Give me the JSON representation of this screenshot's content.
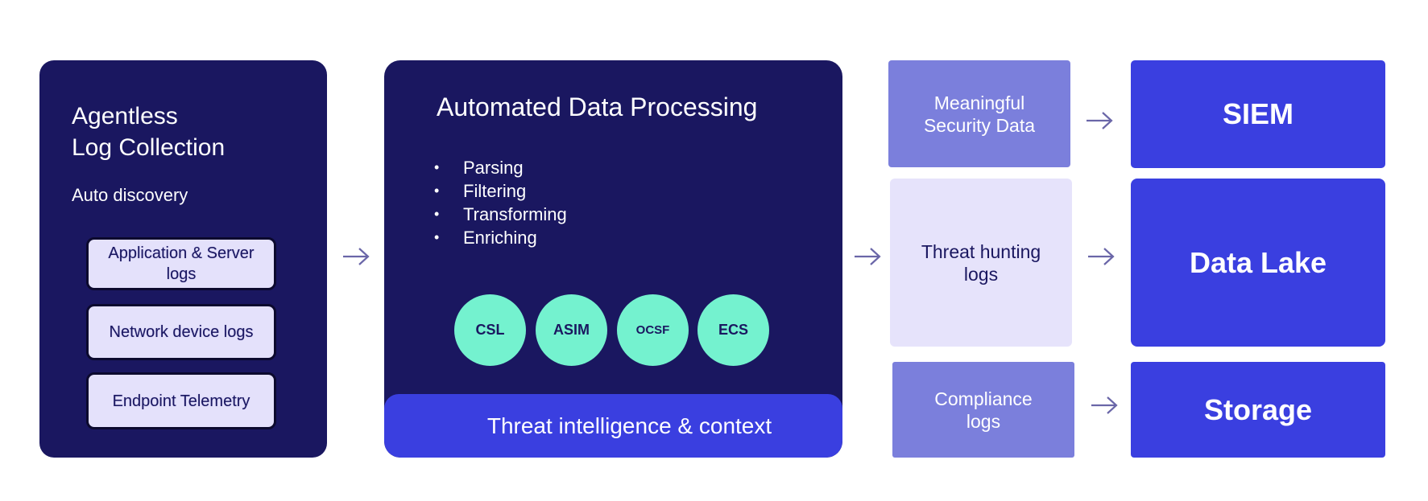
{
  "collection": {
    "title": "Agentless\nLog Collection",
    "subtitle": "Auto discovery",
    "sources": [
      "Application & Server logs",
      "Network device logs",
      "Endpoint Telemetry"
    ]
  },
  "processing": {
    "title": "Automated Data Processing",
    "steps": [
      "Parsing",
      "Filtering",
      "Transforming",
      "Enriching"
    ],
    "schemas": [
      "CSL",
      "ASIM",
      "OCSF",
      "ECS"
    ],
    "footer": "Threat intelligence & context"
  },
  "outputs": {
    "meaningful": "Meaningful\nSecurity Data",
    "threat_hunting": "Threat hunting\nlogs",
    "compliance": "Compliance\nlogs"
  },
  "destinations": {
    "siem": "SIEM",
    "data_lake": "Data Lake",
    "storage": "Storage"
  },
  "colors": {
    "navy": "#1a1760",
    "blue": "#3a3fe0",
    "periwinkle": "#7b7fdc",
    "lavender": "#e6e3fb",
    "mint": "#74f2cf",
    "arrow": "#6a66a8"
  },
  "icons": {
    "flow": "arrow-right-icon"
  }
}
